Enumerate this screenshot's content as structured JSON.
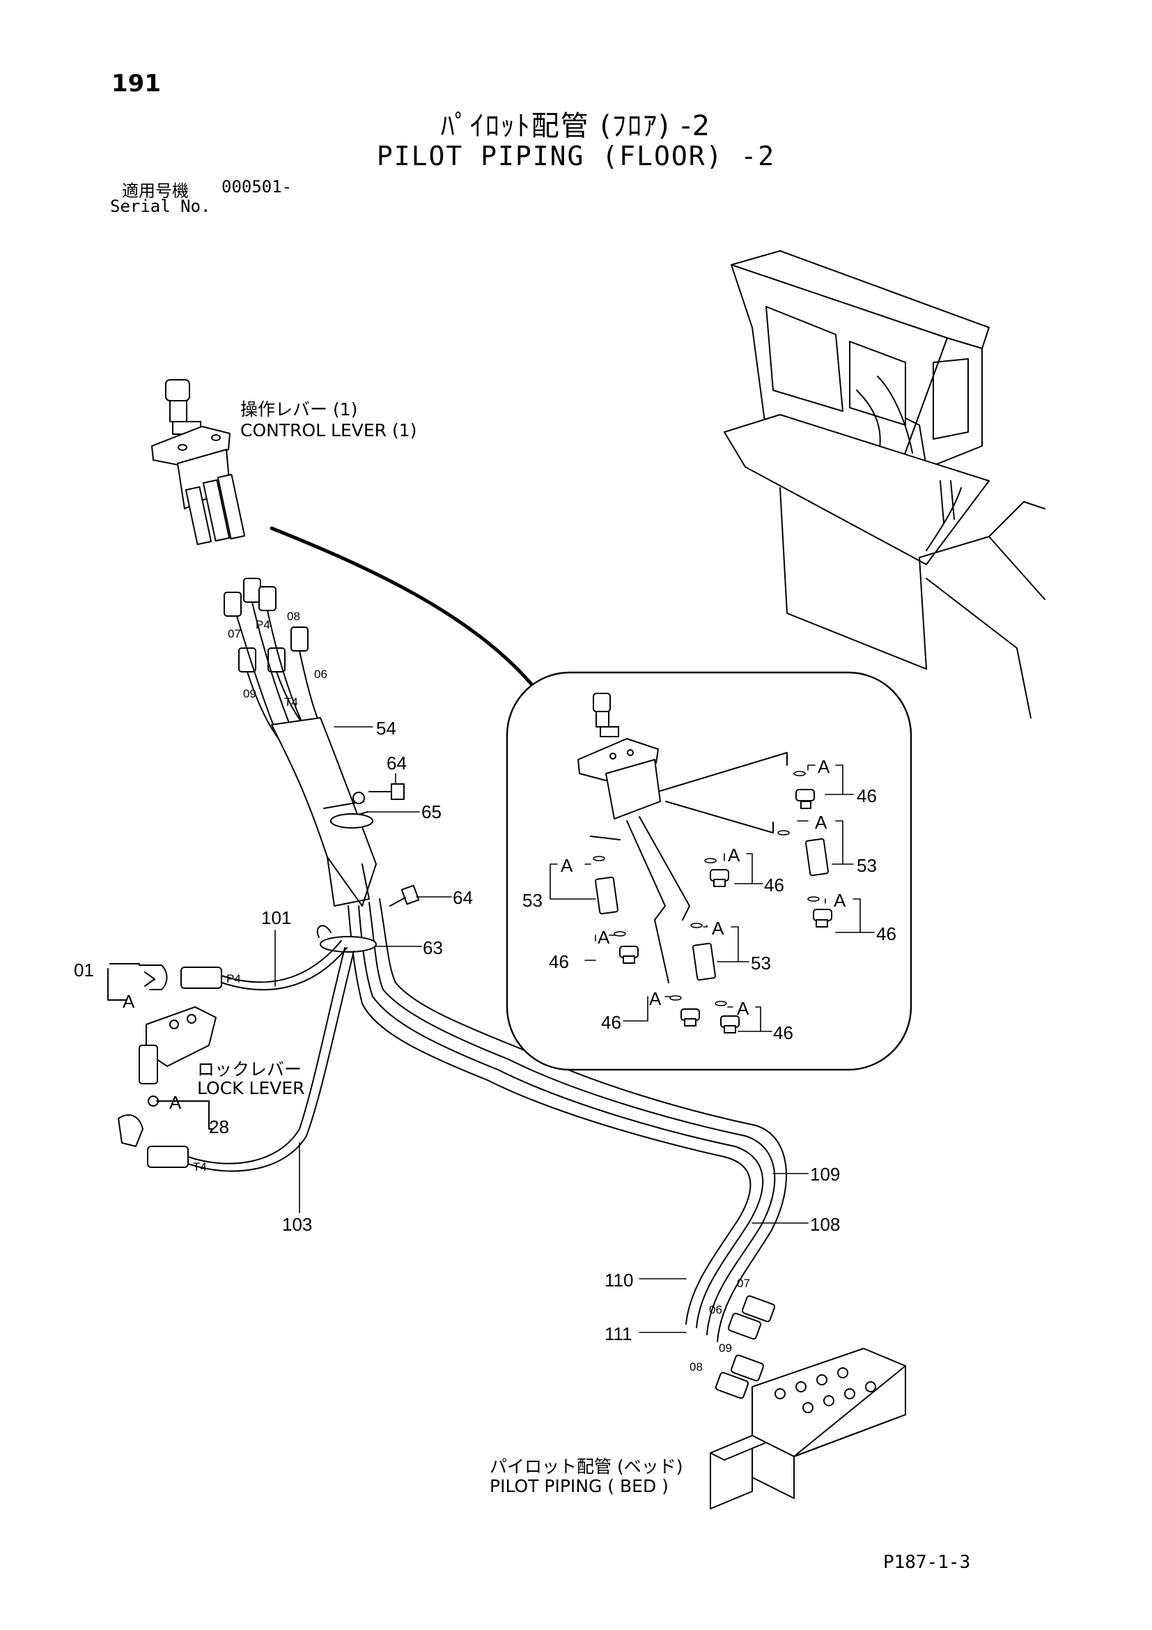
{
  "header": {
    "page_number": "191",
    "title_jp": "ﾊﾟｲﾛｯﾄ配管 (ﾌﾛｱ) -2",
    "title_en": "PILOT PIPING (FLOOR) -2",
    "serial_jp": "適用号機",
    "serial_value": "000501-",
    "serial_en": "Serial No."
  },
  "labels": {
    "control_lever_jp": "操作レバー (1)",
    "control_lever_en": "CONTROL LEVER (1)",
    "lock_lever_jp": "ロックレバー",
    "lock_lever_en": "LOCK LEVER",
    "pilot_bed_jp": "パイロット配管 (ベッド)",
    "pilot_bed_en": "PILOT PIPING ( BED )"
  },
  "part_numbers": {
    "p54": "54",
    "p64a": "64",
    "p65": "65",
    "p64b": "64",
    "p63": "63",
    "p101": "101",
    "p01": "01",
    "p28": "28",
    "p103": "103",
    "p109": "109",
    "p108": "108",
    "p110": "110",
    "p111": "111",
    "d46a": "46",
    "d53a": "53",
    "d46b": "46",
    "d53b": "53",
    "d46c": "46",
    "d46d": "46",
    "d53c": "53",
    "d46e": "46",
    "d46f": "46"
  },
  "markers": {
    "a": "A"
  },
  "port_labels": {
    "p4": "P4",
    "t4": "T4",
    "o7": "07",
    "o8": "08",
    "o9": "09",
    "o6": "06",
    "b07": "07",
    "b06": "06",
    "b09": "09",
    "b08": "08"
  },
  "footer": {
    "figure_code": "P187-1-3"
  }
}
